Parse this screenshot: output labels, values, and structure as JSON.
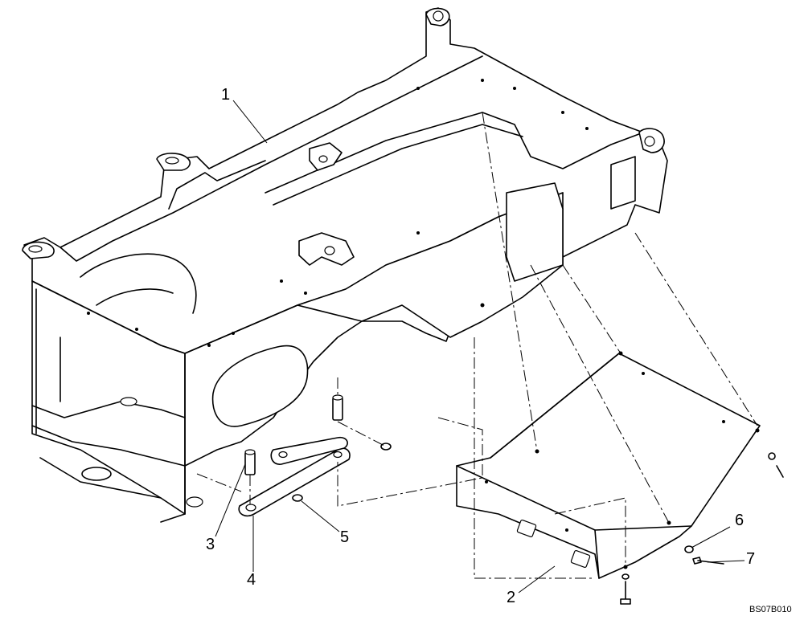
{
  "diagram": {
    "reference_code": "BS07B010",
    "callouts": [
      {
        "id": "c1",
        "label": "1"
      },
      {
        "id": "c2",
        "label": "2"
      },
      {
        "id": "c3",
        "label": "3"
      },
      {
        "id": "c4",
        "label": "4"
      },
      {
        "id": "c5",
        "label": "5"
      },
      {
        "id": "c6",
        "label": "6"
      },
      {
        "id": "c7",
        "label": "7"
      }
    ],
    "line_color": "#000000",
    "background_color": "#ffffff"
  }
}
